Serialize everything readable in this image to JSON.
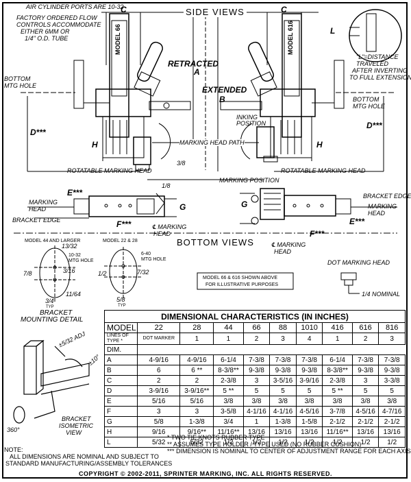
{
  "top_left_notes": {
    "air_ports": "AIR CYLINDER PORTS ARE 10-32",
    "flow_controls": [
      "FACTORY ORDERED FLOW",
      "CONTROLS ACCOMMODATE",
      "EITHER 6mm OR",
      "1/4\" O.D. TUBE"
    ]
  },
  "side_views_title": "SIDE VIEWS",
  "bottom_views_title": "BOTTOM VIEWS",
  "labels": {
    "c_left": "C",
    "c_right": "C",
    "model_66": "MODEL 66",
    "model_616": "MODEL 616",
    "retracted": "RETRACTED",
    "a": "A",
    "extended": "EXTENDED",
    "b": "B",
    "bottom_mtg_left": [
      "BOTTOM",
      "MTG HOLE"
    ],
    "bottom_mtg_right": [
      "BOTTOM",
      "MTG HOLE"
    ],
    "d_left": "D***",
    "d_right": "D***",
    "h_left": "H",
    "h_right": "H",
    "inking_position": [
      "INKING",
      "POSITION"
    ],
    "marking_head_path": "MARKING HEAD PATH",
    "rotatable_left": "ROTATABLE MARKING HEAD",
    "rotatable_right": "ROTATABLE MARKING HEAD",
    "dim_3_8": "3/8",
    "dim_1_8": "1/8",
    "marking_position": "MARKING POSITION",
    "l": "L",
    "l_distance": [
      "\"L\"=DISTANCE",
      "TRAVELED",
      "AFTER INVERTING",
      "TO FULL EXTENSION"
    ],
    "e_left": "E***",
    "e_right": "E***",
    "marking_head_left": [
      "MARKING",
      "HEAD"
    ],
    "bracket_edge_left": "BRACKET EDGE",
    "g_left": "G",
    "g_right": "G",
    "f_left": "F***",
    "f_right": "F***",
    "cl_marking_head_left": [
      "℄ MARKING",
      "HEAD"
    ],
    "cl_marking_head_right": [
      "℄ MARKING",
      "HEAD"
    ],
    "bracket_edge_right": "BRACKET EDGE",
    "marking_head_right": [
      "MARKING",
      "HEAD"
    ]
  },
  "bracket_detail": {
    "model_44": "MODEL 44 AND LARGER",
    "model_22": "MODEL 22 & 28",
    "d_13_32": "13/32",
    "mtg_10_32": [
      "10-32",
      "MTG HOLE"
    ],
    "d_7_8": "7/8",
    "d_3_16": "3/16",
    "d_11_64": "11/64",
    "d_3_4": "3/4",
    "typ1": "TYP",
    "mtg_6_40": [
      "6-40",
      "MTG HOLE"
    ],
    "d_1_2": "1/2",
    "d_7_32": "7/32",
    "d_5_8": "5/8",
    "typ2": "TYP",
    "title": [
      "BRACKET",
      "MOUNTING DETAIL"
    ]
  },
  "illustrative_note": [
    "MODEL 66 & 616 SHOWN ABOVE",
    "FOR ILLUSTRATIVE PURPOSES"
  ],
  "dot_marking_head": "DOT MARKING HEAD",
  "quarter_nominal": "1/4 NOMINAL",
  "isometric": {
    "adj": "±5/32 ADJ",
    "ten": "±10°",
    "deg360": "360°",
    "title": [
      "BRACKET",
      "ISOMETRIC",
      "VIEW"
    ]
  },
  "table": {
    "title": "DIMENSIONAL CHARACTERISTICS (IN INCHES)",
    "model_label": "MODEL",
    "models": [
      "22",
      "28",
      "44",
      "66",
      "88",
      "1010",
      "416",
      "616",
      "816"
    ],
    "lines_label": "LINES OF TYPE *",
    "lines": [
      "DOT MARKER",
      "1",
      "1",
      "2",
      "3",
      "4",
      "1",
      "2",
      "3"
    ],
    "dim_label": "DIM.",
    "rows": [
      {
        "dim": "A",
        "vals": [
          "4-9/16",
          "4-9/16",
          "6-1/4",
          "7-3/8",
          "7-3/8",
          "7-3/8",
          "6-1/4",
          "7-3/8",
          "7-3/8"
        ]
      },
      {
        "dim": "B",
        "vals": [
          "6",
          "6 **",
          "8-3/8**",
          "9-3/8",
          "9-3/8",
          "9-3/8",
          "8-3/8**",
          "9-3/8",
          "9-3/8"
        ]
      },
      {
        "dim": "C",
        "vals": [
          "2",
          "2",
          "2-3/8",
          "3",
          "3-5/16",
          "3-9/16",
          "2-3/8",
          "3",
          "3-3/8"
        ]
      },
      {
        "dim": "D",
        "vals": [
          "3-9/16",
          "3-9/16**",
          "5 **",
          "5",
          "5",
          "5",
          "5 **",
          "5",
          "5"
        ]
      },
      {
        "dim": "E",
        "vals": [
          "5/16",
          "5/16",
          "3/8",
          "3/8",
          "3/8",
          "3/8",
          "3/8",
          "3/8",
          "3/8"
        ]
      },
      {
        "dim": "F",
        "vals": [
          "3",
          "3",
          "3-5/8",
          "4-1/16",
          "4-1/16",
          "4-5/16",
          "3-7/8",
          "4-5/16",
          "4-7/16"
        ]
      },
      {
        "dim": "G",
        "vals": [
          "5/8",
          "1-3/8",
          "3/4",
          "1",
          "1-3/8",
          "1-5/8",
          "2-1/2",
          "2-1/2",
          "2-1/2"
        ]
      },
      {
        "dim": "H",
        "vals": [
          "9/16",
          "9/16**",
          "11/16**",
          "13/16",
          "13/16",
          "13/16",
          "11/16**",
          "13/16",
          "13/16"
        ]
      },
      {
        "dim": "L",
        "vals": [
          "5/32",
          "5/32",
          "1/2",
          "1/2",
          "1/2",
          "1/2",
          "1/2",
          "1/2",
          "1/2"
        ]
      }
    ]
  },
  "footnotes": [
    "* TWO TIE KNOTS RUBBER TYPE",
    "** ASSUMES TYPE HOLDER / TYPE USED (NO RUBBER CUSHION)",
    "*** DIMENSION IS NOMINAL TO CENTER OF ADJUSTMENT RANGE FOR EACH AXIS"
  ],
  "note_label": "NOTE:",
  "note_lines": [
    "ALL DIMENSIONS ARE NOMINAL AND SUBJECT TO",
    "STANDARD MANUFACTURING/ASSEMBLY TOLERANCES"
  ],
  "copyright": "COPYRIGHT © 2002-2011, SPRINTER MARKING, INC. ALL RIGHTS RESERVED."
}
